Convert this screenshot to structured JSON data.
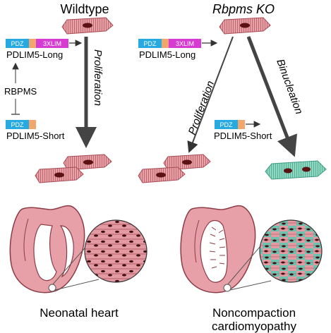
{
  "headers": {
    "left": "Wildtype",
    "right": "Rbpms KO"
  },
  "domains": {
    "pdz": "PDZ",
    "lim": "3XLIM"
  },
  "left": {
    "long_label": "PDLIM5-Long",
    "regulator": "RBPMS",
    "short_label": "PDLIM5-Short",
    "arrow_label": "Proliferation"
  },
  "right": {
    "long_label": "PDLIM5-Long",
    "short_label": "PDLIM5-Short",
    "arrow_prolif": "Proliferation",
    "arrow_binuc": "Binucleation"
  },
  "bottom": {
    "left_caption": "Neonatal heart",
    "right_caption_line1": "Noncompaction",
    "right_caption_line2": "cardiomyopathy"
  },
  "colors": {
    "cell_fill": "#e8a3a8",
    "cell_stroke": "#a84b55",
    "nucleus": "#5a1212",
    "teal_cell": "#7fd1b9",
    "pdz": "#27a9e1",
    "hinge": "#f2a66b",
    "lim": "#d63cd1",
    "heart_fill": "#e8a0a8",
    "heart_stroke": "#8c3b45"
  }
}
